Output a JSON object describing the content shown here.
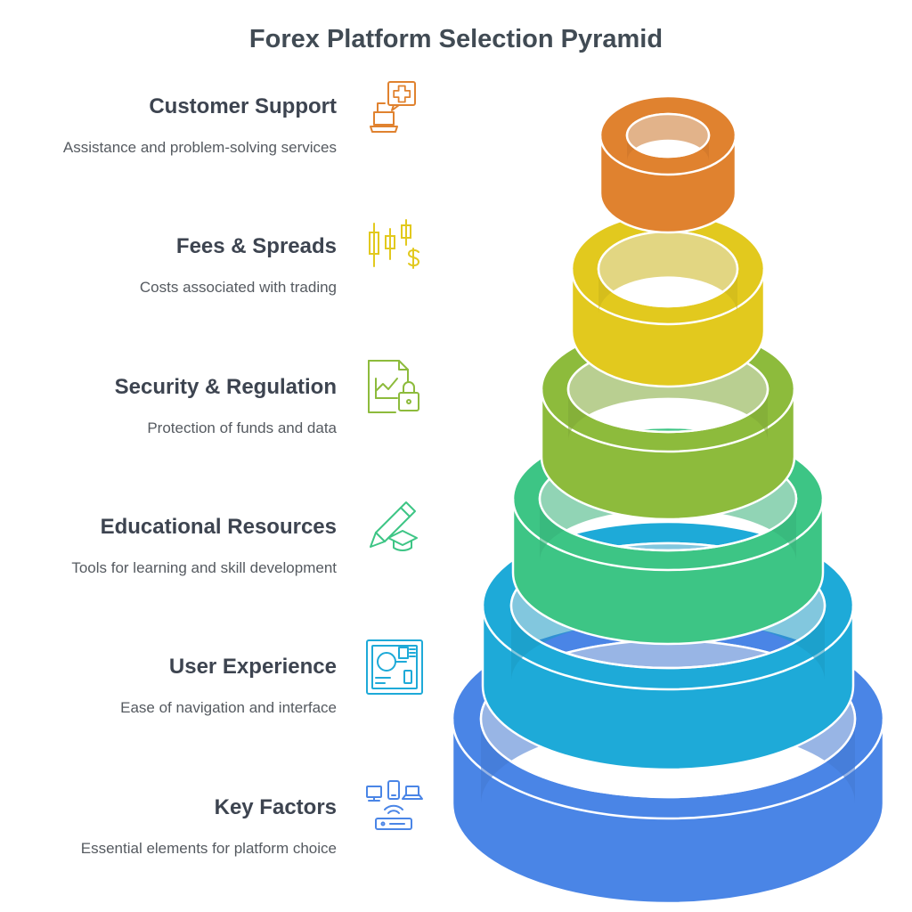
{
  "title": "Forex Platform Selection Pyramid",
  "levels": [
    {
      "heading": "Customer Support",
      "description": "Assistance and problem-solving services",
      "icon": "support-computer-icon",
      "color": "#e0822f"
    },
    {
      "heading": "Fees & Spreads",
      "description": "Costs associated with trading",
      "icon": "candlestick-dollar-icon",
      "color": "#e2c91e"
    },
    {
      "heading": "Security & Regulation",
      "description": "Protection of funds and data",
      "icon": "secure-chart-lock-icon",
      "color": "#8dbb3c"
    },
    {
      "heading": "Educational Resources",
      "description": "Tools for learning and skill development",
      "icon": "pencil-graduation-cap-icon",
      "color": "#3dc585"
    },
    {
      "heading": "User Experience",
      "description": "Ease of navigation and interface",
      "icon": "interface-layout-icon",
      "color": "#1eaad8"
    },
    {
      "heading": "Key Factors",
      "description": "Essential elements for platform choice",
      "icon": "devices-router-icon",
      "color": "#4a85e6"
    }
  ]
}
